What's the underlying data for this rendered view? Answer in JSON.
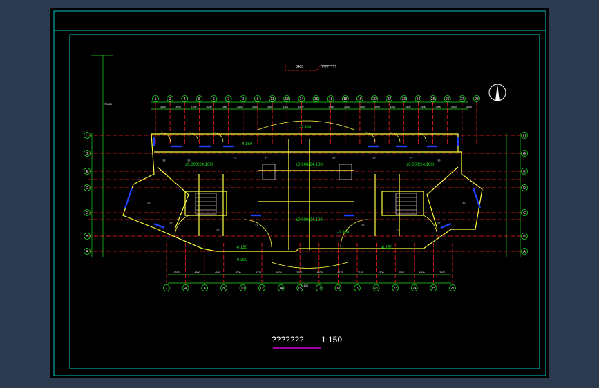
{
  "drawing": {
    "title": "???????",
    "scale": "1:150",
    "total_dimension_top": "78650",
    "total_dimension_bottom": "74100",
    "note_label": "????????",
    "note_value": "5400"
  },
  "grid_labels_top": [
    "1",
    "2",
    "4",
    "5",
    "6",
    "7",
    "8",
    "9",
    "11",
    "13",
    "14",
    "15",
    "16",
    "18",
    "19",
    "20",
    "22",
    "23",
    "24",
    "25",
    "26",
    "27",
    "28"
  ],
  "grid_labels_bottom": [
    "2",
    "4",
    "6",
    "8",
    "10",
    "12",
    "14",
    "15",
    "17",
    "18",
    "19",
    "21",
    "23",
    "24",
    "25",
    "27"
  ],
  "grid_labels_left": [
    "H",
    "G",
    "E",
    "D",
    "C",
    "B",
    "A"
  ],
  "grid_labels_right": [
    "H",
    "G",
    "E",
    "D",
    "C",
    "B",
    "A"
  ],
  "dimensions_top": [
    "3300",
    "3900",
    "2100",
    "3900",
    "1500",
    "3300",
    "3900",
    "3300",
    "3300",
    "6300",
    "",
    "5300",
    "3300",
    "3300",
    "3900",
    "3300",
    "4500",
    "2100",
    "3900",
    "3900",
    "3300"
  ],
  "dimensions_bottom": [
    "5300",
    "4500",
    "4500",
    "5300",
    "4175",
    "6625",
    "2700",
    "6625",
    "4175",
    "3100",
    "4500",
    "4500",
    "4500",
    "3100"
  ],
  "level_labels": {
    "elevation_top": "-0.300",
    "elevation_center_left": "±0.000(24.100)",
    "elevation_center_mid": "±0.000(24.100)",
    "elevation_center_right": "±0.000(24.100)",
    "elevation_lower_center": "±0.000(24.100)",
    "elevation_bottom_left": "-0.150",
    "elevation_bottom_right": "-0.150",
    "elevation_bottom_far": "-0.300",
    "elevation_small_left": "-0.150",
    "elevation_small_right": "-0.300"
  },
  "room_labels": [
    "??",
    "??",
    "??",
    "??",
    "??",
    "??",
    "??",
    "??",
    "??",
    "??",
    "??",
    "??",
    "??",
    "??",
    "??",
    "??"
  ],
  "colors": {
    "background": "#000000",
    "border": "#00c8c8",
    "grid_line": "#ff2020",
    "wall": "#ffff40",
    "dimension": "#20e020",
    "text": "#ffffff",
    "window": "#2040ff",
    "magenta": "#ff00ff"
  },
  "icons": {
    "north_arrow": "north-arrow-icon"
  }
}
